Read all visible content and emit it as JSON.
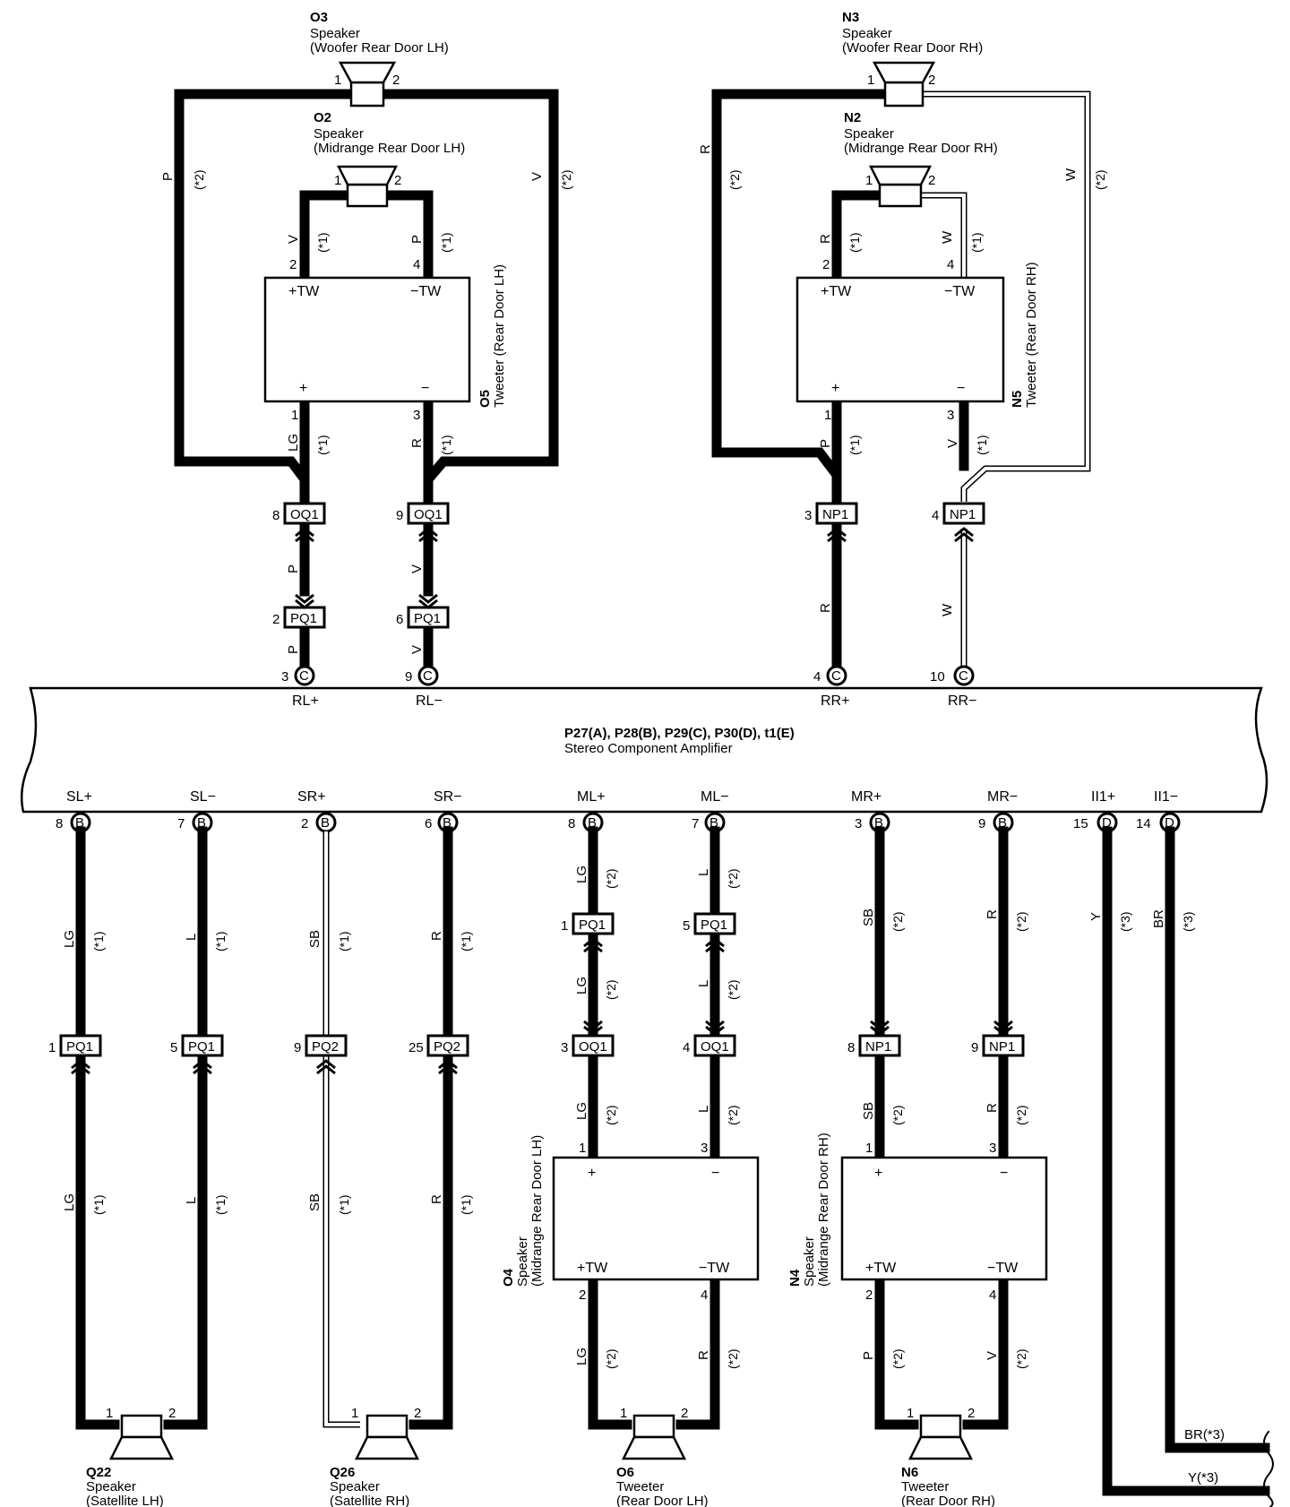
{
  "amplifier": {
    "connectors": "P27(A), P28(B), P29(C), P30(D), t1(E)",
    "name": "Stereo Component Amplifier",
    "top_terminals": [
      {
        "label": "RL+",
        "pin": "3",
        "conn": "C"
      },
      {
        "label": "RL−",
        "pin": "9",
        "conn": "C"
      },
      {
        "label": "RR+",
        "pin": "4",
        "conn": "C"
      },
      {
        "label": "RR−",
        "pin": "10",
        "conn": "C"
      }
    ],
    "bottom_terminals": [
      {
        "label": "SL+",
        "pin": "8",
        "conn": "B"
      },
      {
        "label": "SL−",
        "pin": "7",
        "conn": "B"
      },
      {
        "label": "SR+",
        "pin": "2",
        "conn": "B"
      },
      {
        "label": "SR−",
        "pin": "6",
        "conn": "B"
      },
      {
        "label": "ML+",
        "pin": "8",
        "conn": "B"
      },
      {
        "label": "ML−",
        "pin": "7",
        "conn": "B"
      },
      {
        "label": "MR+",
        "pin": "3",
        "conn": "B"
      },
      {
        "label": "MR−",
        "pin": "9",
        "conn": "B"
      },
      {
        "label": "II1+",
        "pin": "15",
        "conn": "D"
      },
      {
        "label": "II1−",
        "pin": "14",
        "conn": "D"
      }
    ]
  },
  "components": {
    "o3": {
      "code": "O3",
      "line1": "Speaker",
      "line2": "(Woofer Rear Door LH)",
      "pin1": "1",
      "pin2": "2"
    },
    "o2": {
      "code": "O2",
      "line1": "Speaker",
      "line2": "(Midrange Rear Door LH)",
      "pin1": "1",
      "pin2": "2"
    },
    "n3": {
      "code": "N3",
      "line1": "Speaker",
      "line2": "(Woofer Rear Door RH)",
      "pin1": "1",
      "pin2": "2"
    },
    "n2": {
      "code": "N2",
      "line1": "Speaker",
      "line2": "(Midrange Rear Door RH)",
      "pin1": "1",
      "pin2": "2"
    },
    "o5": {
      "code": "O5",
      "line1": "Tweeter (Rear Door LH)",
      "tw_pos": "+TW",
      "tw_neg": "−TW",
      "pos": "+",
      "neg": "−",
      "p2": "2",
      "p4": "4",
      "p1": "1",
      "p3": "3"
    },
    "n5": {
      "code": "N5",
      "line1": "Tweeter (Rear Door RH)",
      "tw_pos": "+TW",
      "tw_neg": "−TW",
      "pos": "+",
      "neg": "−",
      "p2": "2",
      "p4": "4",
      "p1": "1",
      "p3": "3"
    },
    "o4": {
      "code": "O4",
      "line1": "Speaker",
      "line2": "(Midrange Rear Door LH)",
      "tw_pos": "+TW",
      "tw_neg": "−TW",
      "pos": "+",
      "neg": "−",
      "p1": "1",
      "p3": "3",
      "p2": "2",
      "p4": "4"
    },
    "n4": {
      "code": "N4",
      "line1": "Speaker",
      "line2": "(Midrange Rear Door RH)",
      "tw_pos": "+TW",
      "tw_neg": "−TW",
      "pos": "+",
      "neg": "−",
      "p1": "1",
      "p3": "3",
      "p2": "2",
      "p4": "4"
    },
    "q22": {
      "code": "Q22",
      "line1": "Speaker",
      "line2": "(Satellite LH)",
      "pin1": "1",
      "pin2": "2"
    },
    "q26": {
      "code": "Q26",
      "line1": "Speaker",
      "line2": "(Satellite RH)",
      "pin1": "1",
      "pin2": "2"
    },
    "o6": {
      "code": "O6",
      "line1": "Tweeter",
      "line2": "(Rear Door LH)",
      "pin1": "1",
      "pin2": "2"
    },
    "n6": {
      "code": "N6",
      "line1": "Tweeter",
      "line2": "(Rear Door RH)",
      "pin1": "1",
      "pin2": "2"
    }
  },
  "connectors": {
    "oq1_a": {
      "name": "OQ1",
      "pin": "8"
    },
    "oq1_b": {
      "name": "OQ1",
      "pin": "9"
    },
    "np1_a": {
      "name": "NP1",
      "pin": "3"
    },
    "np1_b": {
      "name": "NP1",
      "pin": "4"
    },
    "pq1_a": {
      "name": "PQ1",
      "pin": "2"
    },
    "pq1_b": {
      "name": "PQ1",
      "pin": "6"
    },
    "pq1_c": {
      "name": "PQ1",
      "pin": "1"
    },
    "pq1_d": {
      "name": "PQ1",
      "pin": "5"
    },
    "pq2_a": {
      "name": "PQ2",
      "pin": "9"
    },
    "pq2_b": {
      "name": "PQ2",
      "pin": "25"
    },
    "pq1_e": {
      "name": "PQ1",
      "pin": "1"
    },
    "pq1_f": {
      "name": "PQ1",
      "pin": "5"
    },
    "oq1_c": {
      "name": "OQ1",
      "pin": "3"
    },
    "oq1_d": {
      "name": "OQ1",
      "pin": "4"
    },
    "np1_c": {
      "name": "NP1",
      "pin": "8"
    },
    "np1_d": {
      "name": "NP1",
      "pin": "9"
    }
  },
  "wire_colors": {
    "p": "P",
    "v": "V",
    "r": "R",
    "w": "W",
    "lg": "LG",
    "l": "L",
    "sb": "SB",
    "y": "Y",
    "br": "BR"
  },
  "notes": {
    "n1": "(*1)",
    "n2": "(*2)",
    "n3": "(*3)"
  },
  "right_labels": {
    "br": "BR(*3)",
    "y": "Y(*3)"
  }
}
